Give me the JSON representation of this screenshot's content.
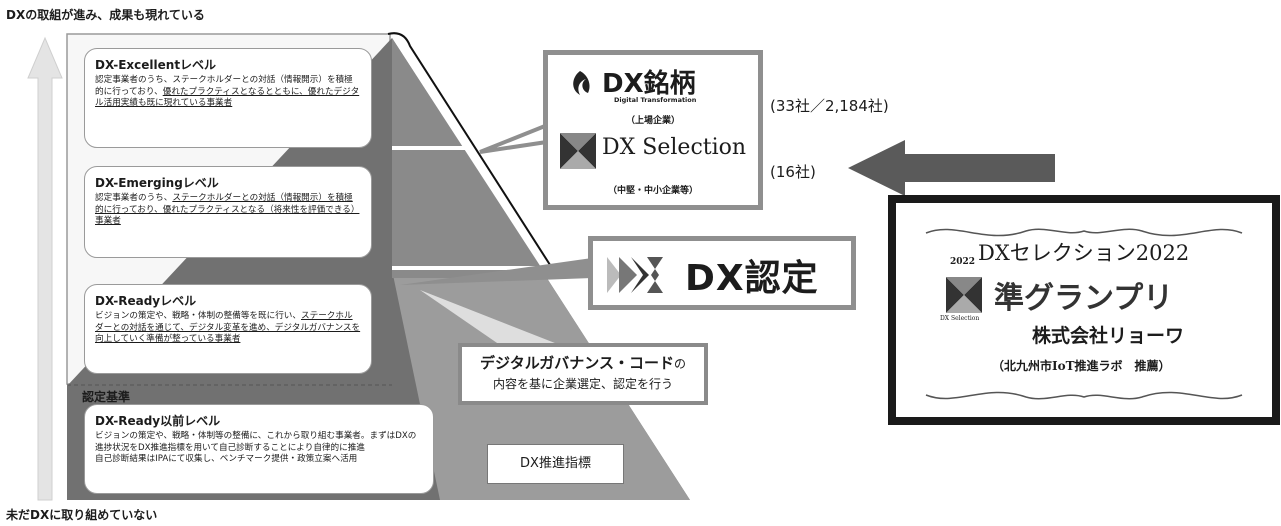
{
  "top_caption": "DXの取組が進み、成果も現れている",
  "bottom_caption": "未だDXに取り組めていない",
  "levels": {
    "excellent": {
      "title": "DX-Excellentレベル",
      "desc_plain": "認定事業者のうち、ステークホルダーとの対話（情報開示）を積極的に行っており、",
      "desc_underline_1": "優れたプラクティスとなるとともに、優れたデジタル活用実績も既に現れている事業者"
    },
    "emerging": {
      "title": "DX-Emergingレベル",
      "desc_plain": "認定事業者のうち、",
      "desc_underline_1": "ステークホルダーとの対話（情報開示）を積極的に行っており、優れたプラクティスとなる（将来性を評価できる）事業者"
    },
    "ready": {
      "title": "DX-Readyレベル",
      "desc_plain": "ビジョンの策定や、戦略・体制の整備等を既に行い、",
      "desc_underline_1": "ステークホルダーとの対話を通じて、デジタル変革を進め、デジタルガバナンスを向上していく準備が整っている事業者"
    },
    "pre_ready": {
      "title": "DX-Ready以前レベル",
      "desc_line_1": "ビジョンの策定や、戦略・体制等の整備に、これから取り組む事業者。まずはDXの進捗状況をDX推進指標を用いて自己診断することにより自律的に推進",
      "desc_line_2": "自己診断結果はIPAにて収集し、ベンチマーク提供・政策立案へ活用"
    }
  },
  "ninte_kijun": "認定基準",
  "meigara": {
    "title": "DX銘柄",
    "subtitle": "Digital Transformation",
    "market": "（上場企業）",
    "selection": "DX Selection",
    "selection_market": "（中堅・中小企業等）",
    "count_meigara": "(33社／2,184社)",
    "count_selection": "(16社)"
  },
  "nintei_logo_text": "DX認定",
  "governance": {
    "line_1_bold": "デジタルガバナンス・コード",
    "line_1_suffix": "の",
    "line_2": "内容を基に企業選定、認定を行う"
  },
  "suishin_shihyo": "DX推進指標",
  "award": {
    "year_badge": "2022",
    "title": "DXセレクション2022",
    "grade": "準グランプリ",
    "company": "株式会社リョーワ",
    "recommender": "（北九州市IoT推進ラボ　推薦）",
    "logo_text": "DX Selection"
  },
  "colors": {
    "pyramid_dark": "#6e6e6e",
    "pyramid_light": "#b9b9b9",
    "arrow_light": "#e6e6e6",
    "arrow_dark": "#5a5a5a",
    "frame_border": "#8f8f8f"
  }
}
